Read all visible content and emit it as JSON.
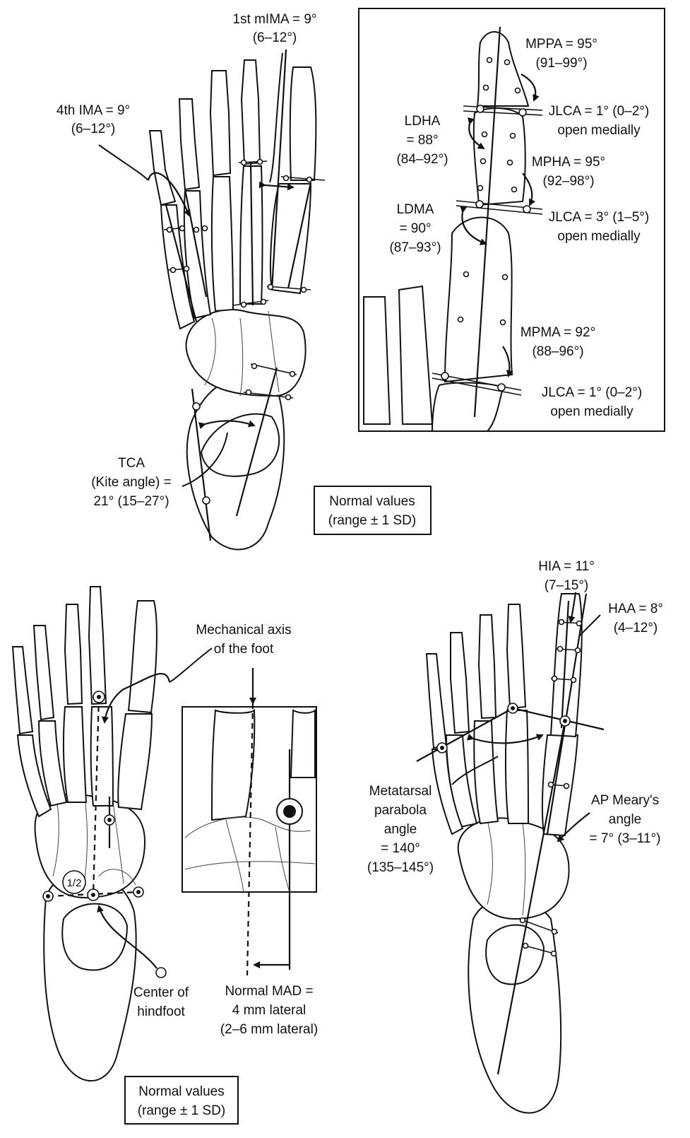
{
  "top_left": {
    "first_mima": {
      "line1": "1st mIMA = 9°",
      "line2": "(6–12°)"
    },
    "fourth_ima": {
      "line1": "4th IMA = 9°",
      "line2": "(6–12°)"
    },
    "tca": {
      "line1": "TCA",
      "line2": "(Kite angle) =",
      "line3": "21° (15–27°)"
    },
    "normal_values": {
      "line1": "Normal values",
      "line2": "(range ± 1 SD)"
    }
  },
  "inset_toe": {
    "mppa": {
      "line1": "MPPA = 95°",
      "line2": "(91–99°)"
    },
    "jlca_distal": {
      "line1": "JLCA = 1° (0–2°)",
      "line2": "open medially"
    },
    "ldha": {
      "line1": "LDHA",
      "line2": "= 88°",
      "line3": "(84–92°)"
    },
    "mpha": {
      "line1": "MPHA = 95°",
      "line2": "(92–98°)"
    },
    "ldma": {
      "line1": "LDMA",
      "line2": "= 90°",
      "line3": "(87–93°)"
    },
    "jlca_middle": {
      "line1": "JLCA = 3° (1–5°)",
      "line2": "open medially"
    },
    "mpma": {
      "line1": "MPMA = 92°",
      "line2": "(88–96°)"
    },
    "jlca_proximal": {
      "line1": "JLCA = 1° (0–2°)",
      "line2": "open medially"
    }
  },
  "bottom_left": {
    "mech_axis": {
      "line1": "Mechanical axis",
      "line2": "of the foot"
    },
    "half_marker": "1/2",
    "center_hindfoot": {
      "line1": "Center of",
      "line2": "hindfoot"
    },
    "mad": {
      "line1": "Normal MAD =",
      "line2": "4 mm lateral",
      "line3": "(2–6 mm lateral)"
    },
    "normal_values": {
      "line1": "Normal values",
      "line2": "(range ± 1 SD)"
    }
  },
  "bottom_right": {
    "hia": {
      "line1": "HIA = 11°",
      "line2": "(7–15°)"
    },
    "haa": {
      "line1": "HAA = 8°",
      "line2": "(4–12°)"
    },
    "mpa": {
      "line1": "Metatarsal",
      "line2": "parabola",
      "line3": "angle",
      "line4": "= 140°",
      "line5": "(135–145°)"
    },
    "meary": {
      "line1": "AP Meary's",
      "line2": "angle",
      "line3": "= 7° (3–11°)"
    }
  }
}
